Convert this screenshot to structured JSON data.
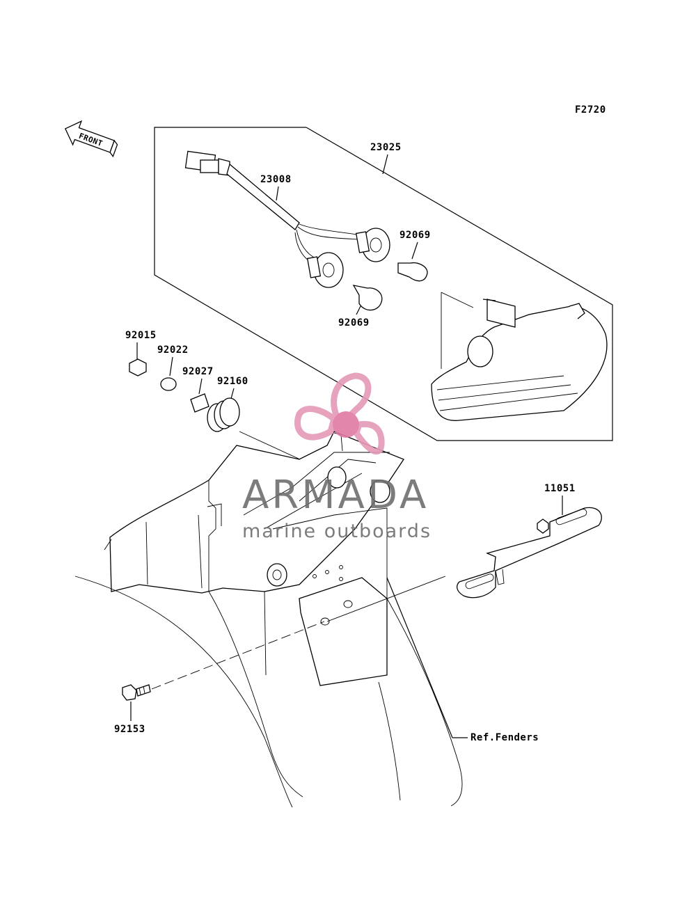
{
  "diagram": {
    "figure_code": "F2720",
    "front_label": "FRONT",
    "ref_label": "Ref.Fenders",
    "parts": [
      {
        "id": "23025"
      },
      {
        "id": "23008"
      },
      {
        "id": "92069"
      },
      {
        "id": "92069"
      },
      {
        "id": "92015"
      },
      {
        "id": "92022"
      },
      {
        "id": "92027"
      },
      {
        "id": "92160"
      },
      {
        "id": "11051"
      },
      {
        "id": "92153"
      }
    ]
  },
  "watermark": {
    "brand": "ARMADA",
    "tagline": "marine outboards",
    "colors": {
      "text": "#6e6e6e",
      "logo": "#e59ab8",
      "logo_center": "#e07aa3"
    }
  }
}
